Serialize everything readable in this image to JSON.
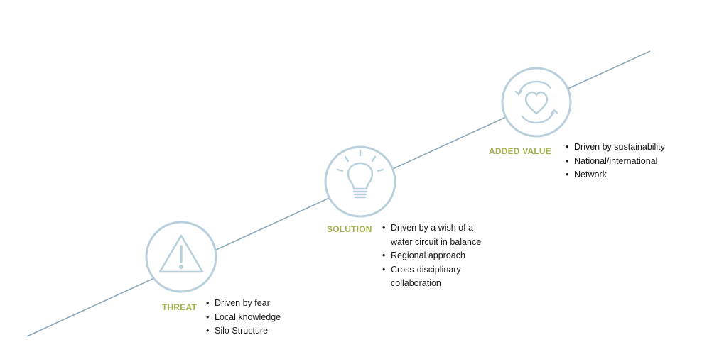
{
  "colors": {
    "line": "#8aa7b8",
    "circle": "#b7d0dc",
    "label": "#a3b04a",
    "text": "#1a1a1a"
  },
  "stages": [
    {
      "label": "THREAT",
      "icon": "warning-icon",
      "bullets": [
        "Driven by fear",
        "Local knowledge",
        "Silo Structure"
      ]
    },
    {
      "label": "SOLUTION",
      "icon": "lightbulb-icon",
      "bullets": [
        "Driven by a wish of a\nwater circuit in balance",
        "Regional approach",
        "Cross-disciplinary\ncollaboration"
      ]
    },
    {
      "label": "ADDED VALUE",
      "icon": "heart-cycle-icon",
      "bullets": [
        "Driven by sustainability",
        "National/international",
        "Network"
      ]
    }
  ]
}
